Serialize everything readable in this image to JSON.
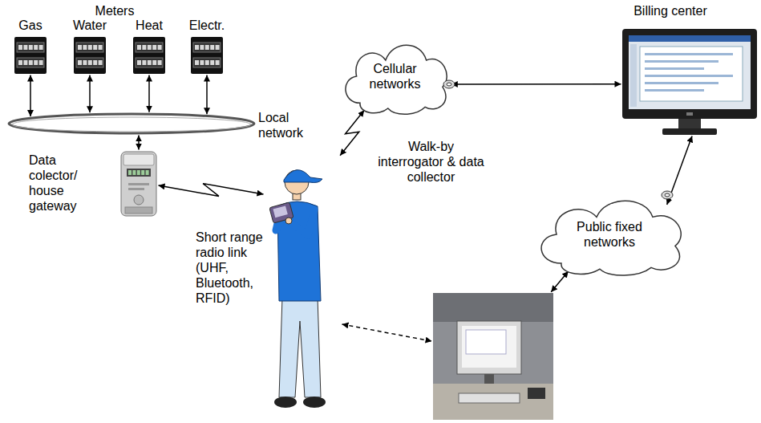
{
  "diagram": {
    "nodes": [
      {
        "text": [
          "Gas"
        ]
      },
      {
        "text": [
          "Water"
        ]
      },
      {
        "text": [
          "Heat"
        ]
      },
      {
        "text": [
          "Electr."
        ]
      },
      {
        "text": [
          "Local network"
        ]
      },
      {
        "text": [
          "Data colector/ house gateway"
        ]
      },
      {
        "text": [
          "Walk-by interrogator & data collector"
        ]
      },
      {
        "text": [
          "Cellular networks"
        ]
      },
      {
        "text": [
          "Billing center"
        ]
      },
      {
        "text": [
          "Public fixed networks"
        ]
      },
      {
        "text": []
      }
    ],
    "edges": [
      {
        "from": 0,
        "to": 4,
        "arrow": "both"
      },
      {
        "from": 1,
        "to": 4,
        "arrow": "both"
      },
      {
        "from": 2,
        "to": 4,
        "arrow": "both"
      },
      {
        "from": 3,
        "to": 4,
        "arrow": "both"
      },
      {
        "from": 4,
        "to": 5,
        "arrow": "both"
      },
      {
        "from": 5,
        "to": 6,
        "arrow": "both"
      },
      {
        "from": 6,
        "to": 7,
        "arrow": "both"
      },
      {
        "from": 7,
        "to": 8,
        "arrow": "both"
      },
      {
        "from": 8,
        "to": 9,
        "arrow": "both"
      },
      {
        "from": 9,
        "to": 10,
        "arrow": "both"
      },
      {
        "from": 6,
        "to": 10,
        "arrow": "both"
      }
    ],
    "labels": [
      "Meters",
      "Short range radio link (UHF, Bluetooth, RFID)"
    ]
  }
}
